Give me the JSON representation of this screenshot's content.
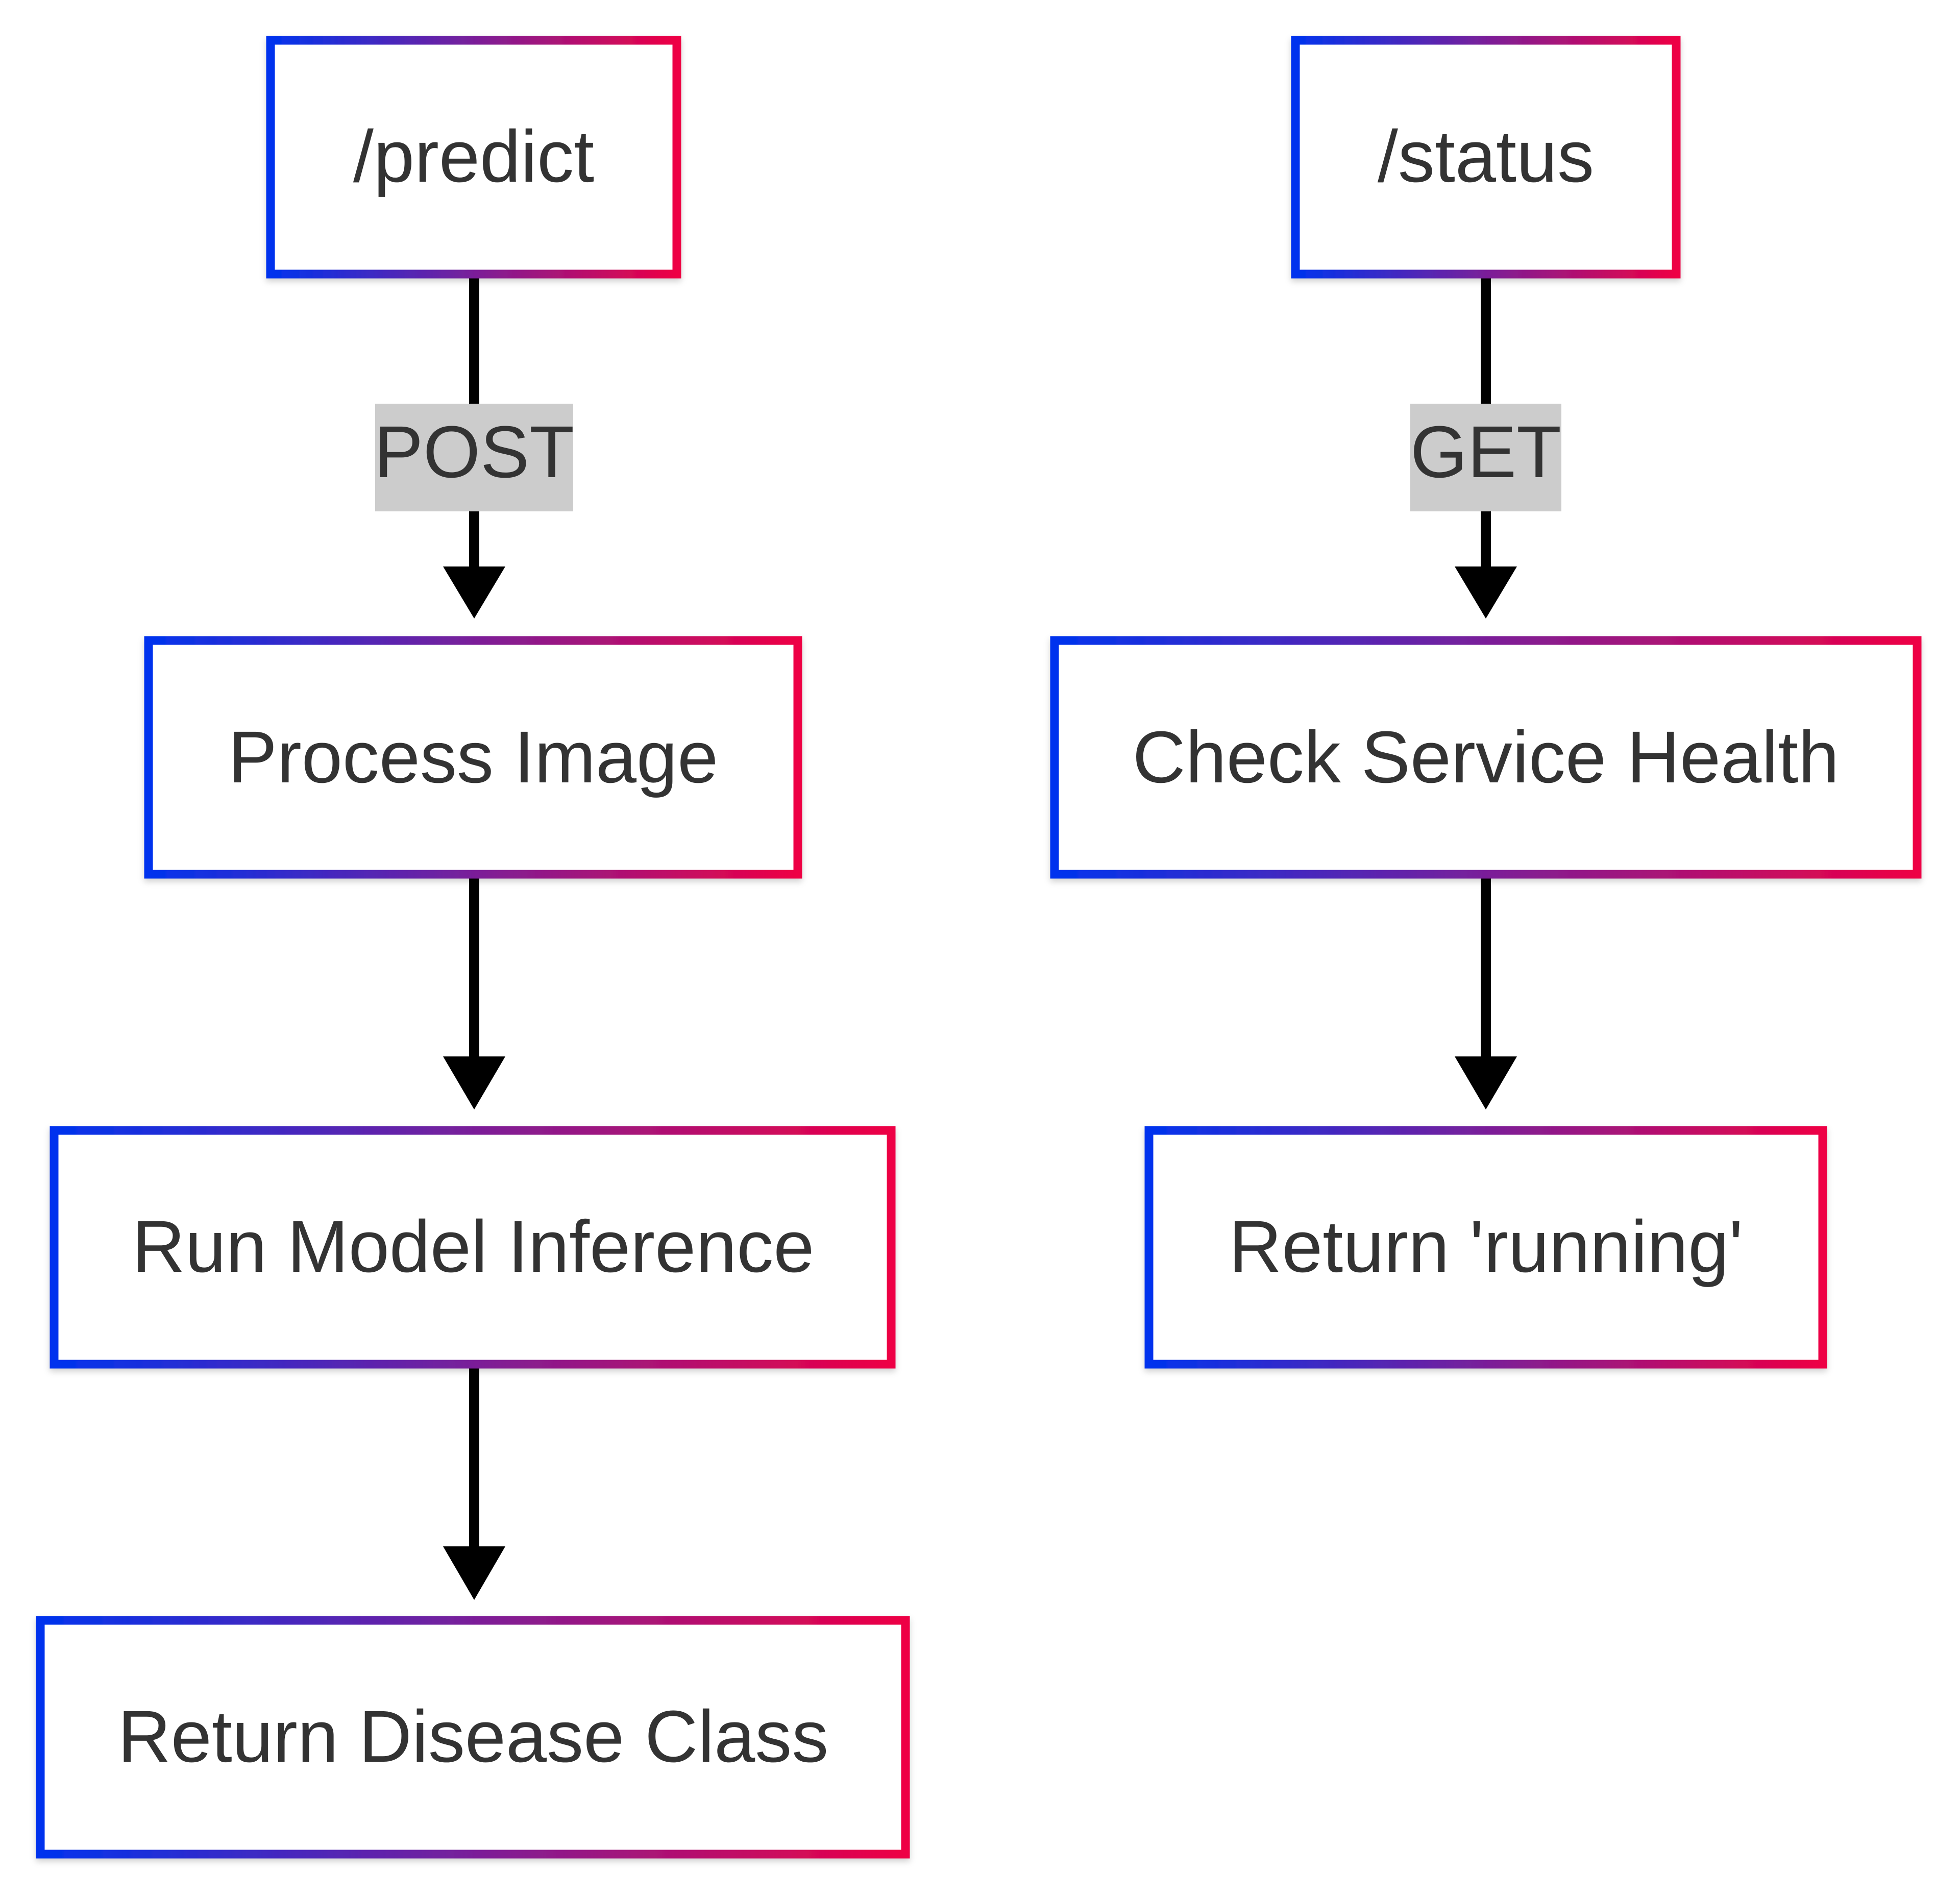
{
  "diagram": {
    "type": "flowchart",
    "node_border_gradient": [
      "#0033ee",
      "#ee0044"
    ],
    "node_fill": "#ffffff",
    "text_color": "#333333",
    "edge_color": "#000000",
    "edge_label_bg": "#cccccc",
    "nodes": {
      "predict": {
        "label": "/predict"
      },
      "status": {
        "label": "/status"
      },
      "process_image": {
        "label": "Process Image"
      },
      "check_health": {
        "label": "Check Service Health"
      },
      "run_inference": {
        "label": "Run Model Inference"
      },
      "return_running": {
        "label": "Return 'running'"
      },
      "return_class": {
        "label": "Return Disease Class"
      }
    },
    "edges": [
      {
        "from": "/predict",
        "to": "Process Image",
        "label": "POST"
      },
      {
        "from": "/status",
        "to": "Check Service Health",
        "label": "GET"
      },
      {
        "from": "Process Image",
        "to": "Run Model Inference",
        "label": ""
      },
      {
        "from": "Check Service Health",
        "to": "Return 'running'",
        "label": ""
      },
      {
        "from": "Run Model Inference",
        "to": "Return Disease Class",
        "label": ""
      }
    ]
  }
}
